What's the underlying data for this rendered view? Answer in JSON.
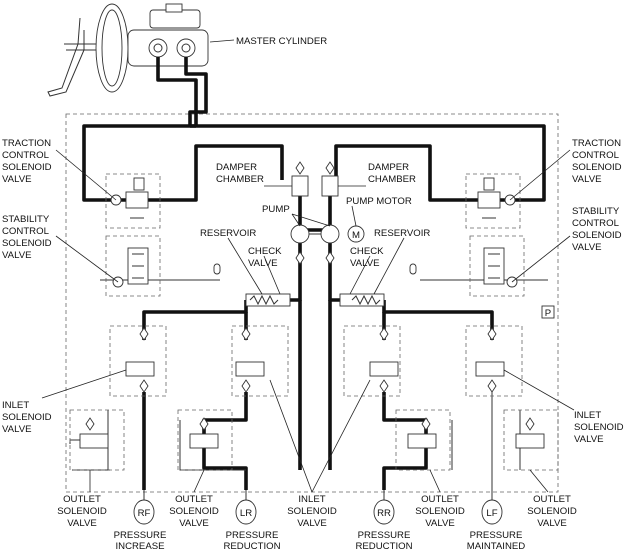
{
  "labels": {
    "master_cylinder": "MASTER CYLINDER",
    "traction_left": [
      "TRACTION",
      "CONTROL",
      "SOLENOID",
      "VALVE"
    ],
    "traction_right": [
      "TRACTION",
      "CONTROL",
      "SOLENOID",
      "VALVE"
    ],
    "stability_left": [
      "STABILITY",
      "CONTROL",
      "SOLENOID",
      "VALVE"
    ],
    "stability_right": [
      "STABILITY",
      "CONTROL",
      "SOLENOID",
      "VALVE"
    ],
    "damper_left": [
      "DAMPER",
      "CHAMBER"
    ],
    "damper_right": [
      "DAMPER",
      "CHAMBER"
    ],
    "pump": "PUMP",
    "pump_motor": "PUMP MOTOR",
    "motor_symbol": "M",
    "reservoir_left": "RESERVOIR",
    "reservoir_right": "RESERVOIR",
    "check_left": [
      "CHECK",
      "VALVE"
    ],
    "check_right": [
      "CHECK",
      "VALVE"
    ],
    "port_p": "P",
    "inlet_left": [
      "INLET",
      "SOLENOID",
      "VALVE"
    ],
    "inlet_right": [
      "INLET",
      "SOLENOID",
      "VALVE"
    ],
    "inlet_center": [
      "INLET",
      "SOLENOID",
      "VALVE"
    ],
    "outlet_1": [
      "OUTLET",
      "SOLENOID",
      "VALVE"
    ],
    "outlet_2": [
      "OUTLET",
      "SOLENOID",
      "VALVE"
    ],
    "outlet_3": [
      "OUTLET",
      "SOLENOID",
      "VALVE"
    ],
    "outlet_4": [
      "OUTLET",
      "SOLENOID",
      "VALVE"
    ]
  },
  "wheels": [
    {
      "id": "RF",
      "label": "RF",
      "status": [
        "PRESSURE",
        "INCREASE"
      ]
    },
    {
      "id": "LR",
      "label": "LR",
      "status": [
        "PRESSURE",
        "REDUCTION"
      ]
    },
    {
      "id": "RR",
      "label": "RR",
      "status": [
        "PRESSURE",
        "REDUCTION"
      ]
    },
    {
      "id": "LF",
      "label": "LF",
      "status": [
        "PRESSURE",
        "MAINTAINED"
      ]
    }
  ]
}
